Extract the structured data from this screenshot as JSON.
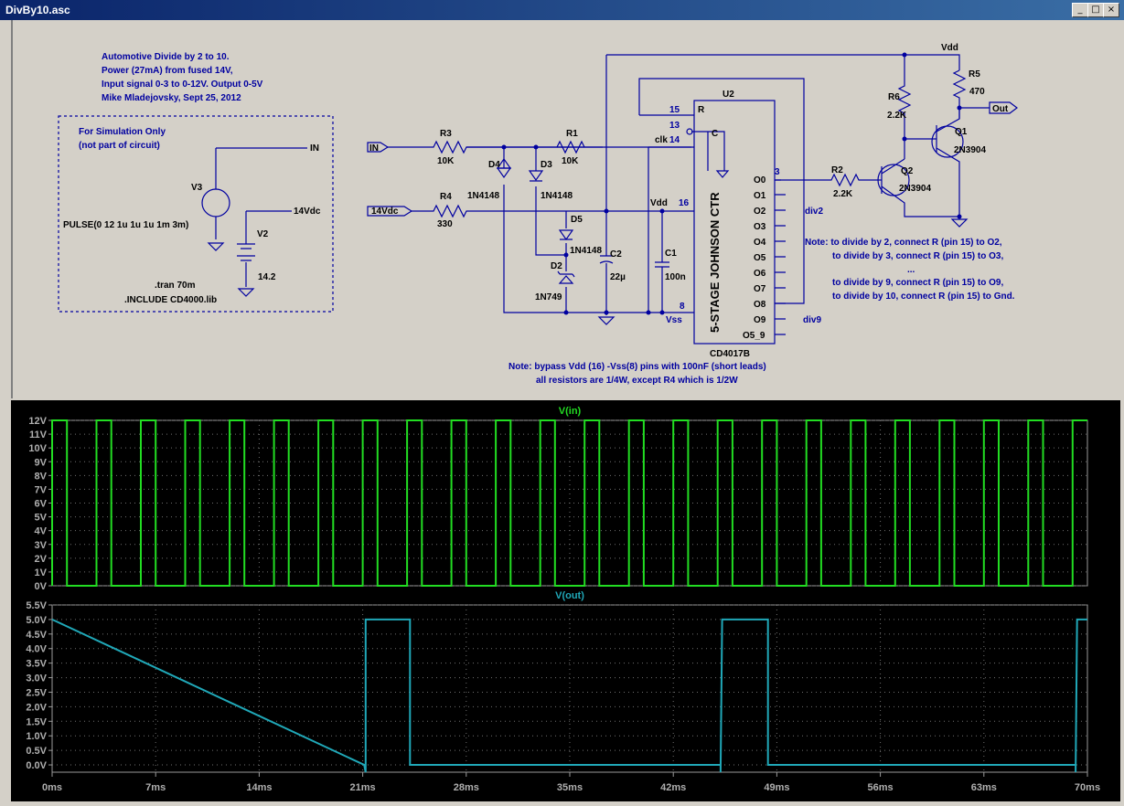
{
  "window": {
    "title": "DivBy10.asc",
    "minimize_glyph": "_",
    "maximize_glyph": "□",
    "close_glyph": "×"
  },
  "schematic": {
    "header_lines": [
      "Automotive Divide by 2 to 10.",
      "Power (27mA) from fused 14V,",
      "Input signal 0-3 to 0-12V.  Output 0-5V",
      "Mike Mladejovsky, Sept 25, 2012"
    ],
    "sim_box_lines": [
      "For Simulation Only",
      "(not part of circuit)"
    ],
    "labels": {
      "in_port": "IN",
      "vdc_port": "14Vdc",
      "in_net": "IN",
      "vdc_net": "14Vdc",
      "v3": "V3",
      "v2": "V2",
      "v2_value": "14.2",
      "pulse": "PULSE(0 12 1u 1u 1u 1m 3m)",
      "tran": ".tran 70m",
      "include": ".INCLUDE CD4000.lib",
      "r3": "R3",
      "r3_val": "10K",
      "r4": "R4",
      "r4_val": "330",
      "r1": "R1",
      "r1_val": "10K",
      "r2": "R2",
      "r2_val": "2.2K",
      "r5": "R5",
      "r5_val": "470",
      "r6": "R6",
      "r6_val": "2.2K",
      "d4": "D4",
      "d4_val": "1N4148",
      "d3": "D3",
      "d3_val": "1N4148",
      "d5": "D5",
      "d5_val": "1N4148",
      "d2": "D2",
      "d2_val": "1N749",
      "c2": "C2",
      "c2_val": "22µ",
      "c1": "C1",
      "c1_val": "100n",
      "q1": "Q1",
      "q1_val": "2N3904",
      "q2": "Q2",
      "q2_val": "2N3904",
      "u2": "U2",
      "ic_name": "5-STAGE JOHNSON CTR",
      "ic_part": "CD4017B",
      "vdd_top": "Vdd",
      "vdd_pin": "Vdd",
      "vss_pin": "Vss",
      "clk": "clk",
      "pin_r": "R",
      "pin_c": "C",
      "pin15": "15",
      "pin13": "13",
      "pin14": "14",
      "pin16": "16",
      "pin8": "8",
      "pin3": "3",
      "out": "Out",
      "div2": "div2",
      "div9": "div9",
      "outputs": [
        "O0",
        "O1",
        "O2",
        "O3",
        "O4",
        "O5",
        "O6",
        "O7",
        "O8",
        "O9",
        "O5_9"
      ]
    },
    "note_lines": [
      "Note: to divide by 2, connect R (pin 15) to O2,",
      "to divide by 3, connect R (pin 15) to O3,",
      "...",
      "to divide by 9, connect R (pin 15) to O9,",
      "to divide by 10, connect R (pin 15)  to Gnd."
    ],
    "bypass_lines": [
      "Note: bypass Vdd (16) -Vss(8)  pins with 100nF (short leads)",
      "all resistors are 1/4W, except R4 which is 1/2W"
    ]
  },
  "colors": {
    "schematic_ink": "#0000a0",
    "trace_in": "#22dd22",
    "trace_out": "#20a8b8",
    "plot_frame": "#9a9a9a",
    "plot_bg": "#000000"
  },
  "chart_data": [
    {
      "type": "line",
      "title": "V(in)",
      "yticks": [
        "12V",
        "11V",
        "10V",
        "9V",
        "8V",
        "7V",
        "6V",
        "5V",
        "4V",
        "3V",
        "2V",
        "1V",
        "0V"
      ],
      "ylim": [
        0,
        12
      ],
      "xlim": [
        0,
        70
      ],
      "x_units": "ms",
      "pulse": {
        "low": 0,
        "high": 12,
        "width_ms": 1,
        "period_ms": 3
      },
      "series": [
        {
          "name": "V(in)",
          "x": [
            0,
            0,
            1,
            1,
            3,
            3,
            4,
            4,
            6,
            6,
            7,
            7,
            9,
            9,
            10,
            10,
            12,
            12,
            13,
            13,
            15,
            15,
            16,
            16,
            18,
            18,
            19,
            19,
            21,
            21,
            22,
            22,
            24,
            24,
            25,
            25,
            27,
            27,
            28,
            28,
            30,
            30,
            31,
            31,
            33,
            33,
            34,
            34,
            36,
            36,
            37,
            37,
            39,
            39,
            40,
            40,
            42,
            42,
            43,
            43,
            45,
            45,
            46,
            46,
            48,
            48,
            49,
            49,
            51,
            51,
            52,
            52,
            54,
            54,
            55,
            55,
            57,
            57,
            58,
            58,
            60,
            60,
            61,
            61,
            63,
            63,
            64,
            64,
            66,
            66,
            67,
            67,
            69,
            69,
            70
          ],
          "y": [
            0,
            12,
            12,
            0,
            0,
            12,
            12,
            0,
            0,
            12,
            12,
            0,
            0,
            12,
            12,
            0,
            0,
            12,
            12,
            0,
            0,
            12,
            12,
            0,
            0,
            12,
            12,
            0,
            0,
            12,
            12,
            0,
            0,
            12,
            12,
            0,
            0,
            12,
            12,
            0,
            0,
            12,
            12,
            0,
            0,
            12,
            12,
            0,
            0,
            12,
            12,
            0,
            0,
            12,
            12,
            0,
            0,
            12,
            12,
            0,
            0,
            12,
            12,
            0,
            0,
            12,
            12,
            0,
            0,
            12,
            12,
            0,
            0,
            12,
            12,
            0,
            0,
            12,
            12,
            0,
            0,
            12,
            12,
            0,
            0,
            12,
            12,
            0,
            0,
            12,
            12,
            0,
            0,
            12,
            12
          ]
        }
      ],
      "grid": true
    },
    {
      "type": "line",
      "title": "V(out)",
      "yticks": [
        "5.5V",
        "5.0V",
        "4.5V",
        "4.0V",
        "3.5V",
        "3.0V",
        "2.5V",
        "2.0V",
        "1.5V",
        "1.0V",
        "0.5V",
        "0.0V"
      ],
      "ylim": [
        -0.25,
        5.5
      ],
      "xticks": [
        "0ms",
        "7ms",
        "14ms",
        "21ms",
        "28ms",
        "35ms",
        "42ms",
        "49ms",
        "56ms",
        "63ms",
        "70ms"
      ],
      "xlim": [
        0,
        70
      ],
      "series": [
        {
          "name": "V(out)",
          "x": [
            0,
            21.1,
            21.1,
            21.2,
            21.2,
            24.2,
            24.2,
            45.2,
            45.2,
            45.3,
            45.3,
            48.4,
            48.4,
            69.2,
            69.2,
            69.3,
            69.3,
            70
          ],
          "y": [
            5.0,
            0.0,
            0.0,
            -0.25,
            5.0,
            5.0,
            0.0,
            0.0,
            -0.25,
            5.0,
            5.0,
            5.0,
            0.0,
            0.0,
            -0.25,
            5.0,
            5.0,
            5.0
          ]
        }
      ],
      "grid": true
    }
  ]
}
